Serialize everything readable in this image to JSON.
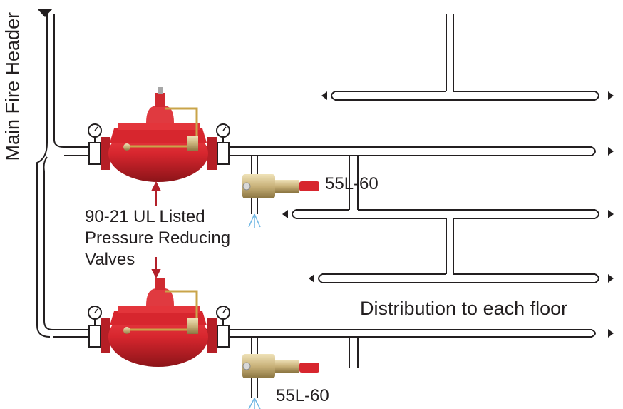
{
  "labels": {
    "main_header": "Main Fire Header",
    "prv_lines": [
      "90-21 UL Listed",
      "Pressure Reducing",
      "Valves"
    ],
    "pilot_top": "55L-60",
    "pilot_bottom": "55L-60",
    "distribution": "Distribution to each floor"
  },
  "colors": {
    "pipe_stroke": "#231f20",
    "valve_red": "#d7262e",
    "valve_dark": "#9e1a1f",
    "brass": "#c9b27a",
    "arrow_red": "#b3202a",
    "spray": "#6fb6e3"
  }
}
